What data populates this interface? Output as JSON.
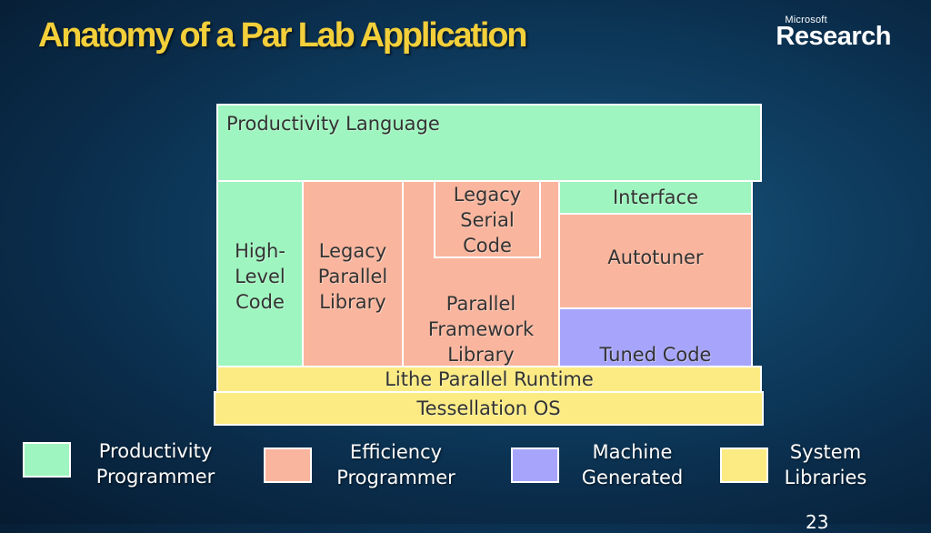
{
  "slide": {
    "title": "Anatomy of a Par Lab Application",
    "brand_small": "Microsoft",
    "brand_large": "Research",
    "page_number": "23"
  },
  "colors": {
    "productivity": "#9ef5bf",
    "efficiency": "#f9b59d",
    "machine": "#a7a5fb",
    "system": "#fbeb82",
    "title": "#f3cf3a"
  },
  "diagram": {
    "productivity_language": "Productivity Language",
    "high_level_code": [
      "High-",
      "Level",
      "Code"
    ],
    "legacy_parallel_library": [
      "Legacy",
      "Parallel",
      "Library"
    ],
    "legacy_serial_code": [
      "Legacy",
      "Serial",
      "Code"
    ],
    "parallel_framework_library": [
      "Parallel",
      "Framework",
      "Library"
    ],
    "interface": "Interface",
    "autotuner": "Autotuner",
    "tuned_code": "Tuned Code",
    "lithe_runtime": "Lithe Parallel Runtime",
    "tessellation_os": "Tessellation OS"
  },
  "legend": [
    {
      "line1": "Productivity",
      "line2": "Programmer"
    },
    {
      "line1": "Efficiency",
      "line2": "Programmer"
    },
    {
      "line1": "Machine",
      "line2": "Generated"
    },
    {
      "line1": "System",
      "line2": "Libraries"
    }
  ]
}
